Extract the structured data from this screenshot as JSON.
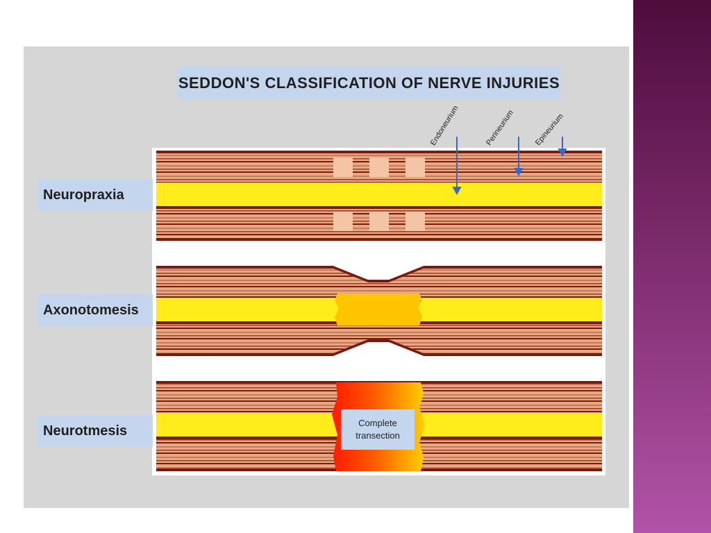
{
  "title": "SEDDON'S CLASSIFICATION OF NERVE INJURIES",
  "injuries": [
    {
      "label": "Neuropraxia"
    },
    {
      "label": "Axonotomesis"
    },
    {
      "label": "Neurotmesis"
    }
  ],
  "sheath_layers": [
    "Endoneurium",
    "Perineurium",
    "Epineurium"
  ],
  "callout": {
    "line1": "Complete",
    "line2": "transection"
  },
  "colors": {
    "slide_accent": "#7a2a6a",
    "panel_bg": "#d6d6d6",
    "label_bg": "#c4d6ed",
    "fascicle_dark": "#7a1a0e",
    "fascicle_light": "#e8a882",
    "axon": "#ffec1a",
    "damage_axon": "#ffc400",
    "transection_red": "#ff1a00",
    "arrow": "#3a66c8"
  }
}
